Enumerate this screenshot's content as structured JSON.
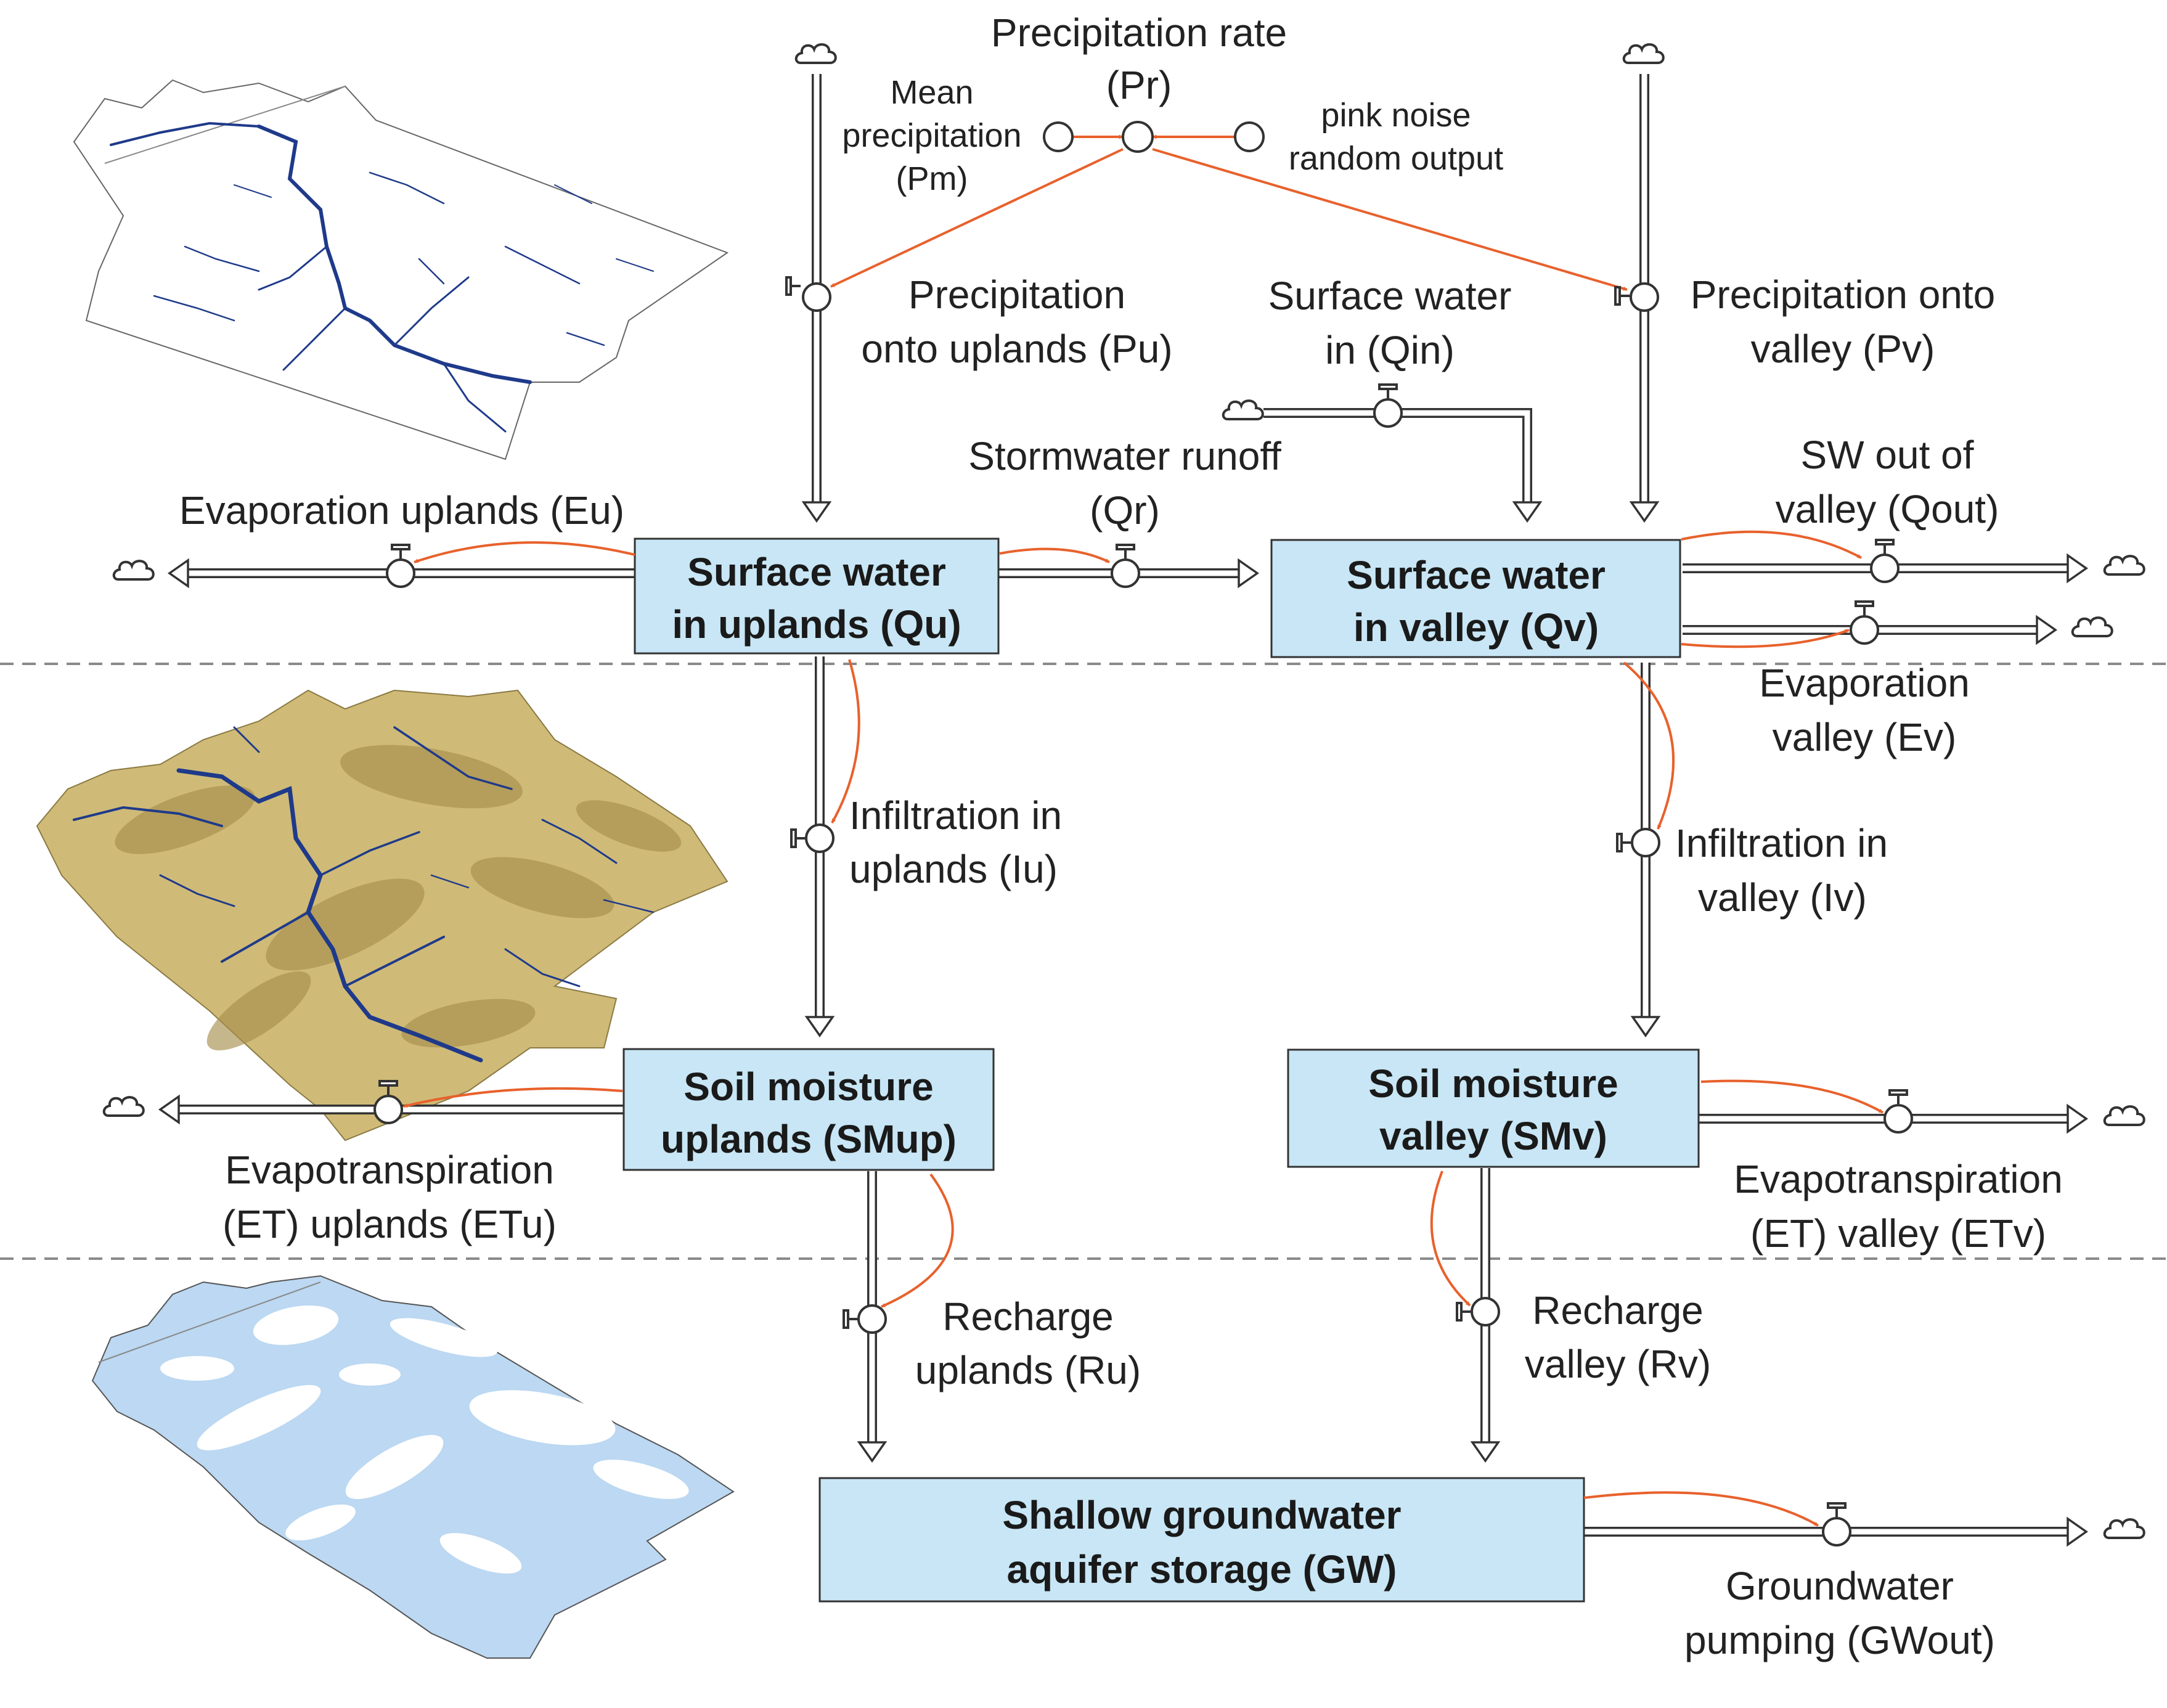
{
  "stocks": {
    "qu": [
      "Surface water",
      "in uplands (Qu)"
    ],
    "qv": [
      "Surface water",
      "in valley (Qv)"
    ],
    "smup": [
      "Soil moisture",
      "uplands (SMup)"
    ],
    "smv": [
      "Soil moisture",
      "valley (SMv)"
    ],
    "gw": [
      "Shallow groundwater",
      "aquifer storage (GW)"
    ]
  },
  "flows": {
    "pu": [
      "Precipitation",
      "onto uplands (Pu)"
    ],
    "pv": [
      "Precipitation onto",
      "valley (Pv)"
    ],
    "qin": [
      "Surface water",
      "in (Qin)"
    ],
    "qr": [
      "Stormwater runoff",
      "(Qr)"
    ],
    "eu": [
      "Evaporation uplands (Eu)"
    ],
    "qout": [
      "SW out of",
      "valley (Qout)"
    ],
    "ev": [
      "Evaporation",
      "valley (Ev)"
    ],
    "iu": [
      "Infiltration in",
      "uplands (Iu)"
    ],
    "iv": [
      "Infiltration in",
      "valley (Iv)"
    ],
    "etu": [
      "Evapotranspiration",
      "(ET) uplands (ETu)"
    ],
    "etv": [
      "Evapotranspiration",
      "(ET) valley (ETv)"
    ],
    "ru": [
      "Recharge",
      "uplands (Ru)"
    ],
    "rv": [
      "Recharge",
      "valley (Rv)"
    ],
    "gwout": [
      "Groundwater",
      "pumping (GWout)"
    ]
  },
  "auxiliaries": {
    "pr": [
      "Precipitation rate",
      "(Pr)"
    ],
    "pm": [
      "Mean",
      "precipitation",
      "(Pm)"
    ],
    "noise": [
      "pink noise",
      "random output"
    ]
  },
  "maps": [
    "hydrography-network",
    "shaded-relief-terrain",
    "shallow-aquifer-extent"
  ],
  "colors": {
    "stock_fill": "#c8e6f5",
    "information_link": "#e8612c",
    "river_line": "#1f3a8a",
    "terrain": "#cfbb77",
    "aquifer": "#bcd8f2"
  }
}
